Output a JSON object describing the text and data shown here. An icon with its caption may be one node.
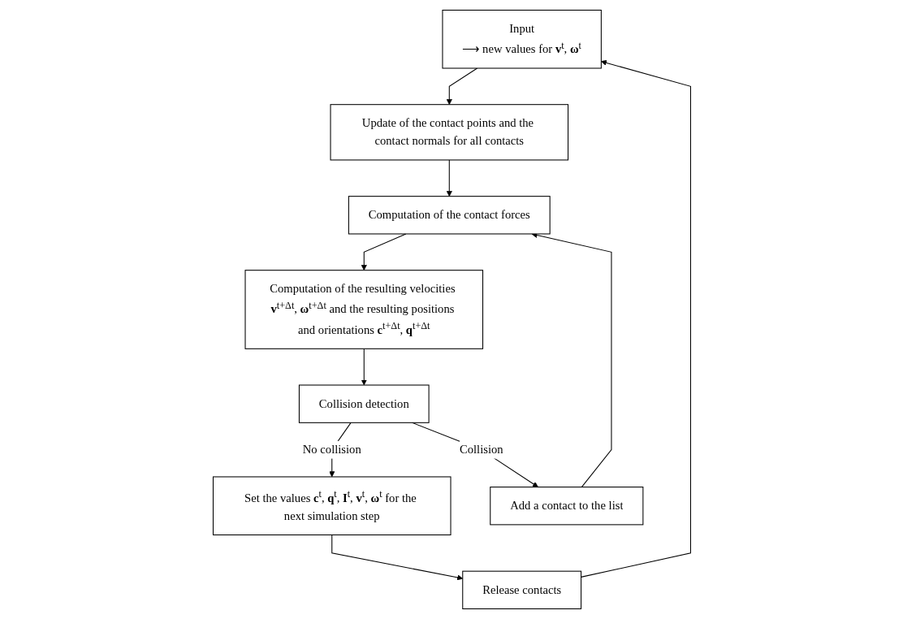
{
  "diagram": {
    "nodes": [
      {
        "text": [
          "Input",
          "⟶ new values for **v**$^{t}$, **ω**$^{t}$"
        ]
      },
      {
        "text": [
          "Release contacts"
        ]
      },
      {
        "text": [
          "Update of the contact points and the contact normals for all contacts"
        ]
      },
      {
        "text": [
          "Set the values **c**$^{t}$, **q**$^{t}$, **I**$^{t}$, **v**$^{t}$, **ω**$^{t}$ for the next simulation step"
        ]
      },
      {
        "text": [
          "Computation of the contact forces"
        ]
      },
      {
        "text": [
          "Add a contact to the list"
        ]
      },
      {
        "text": [
          "Computation of the resulting velocities **v**$^{t+Δt}$, **ω**$^{t+Δt}$ and the resulting positions and orientations **c**$^{t+Δt}$, **q**$^{t+Δt}$"
        ]
      },
      {
        "text": [
          "Collision detection"
        ]
      }
    ],
    "edges": [
      {
        "from": 0,
        "to": 2,
        "arrow": "to"
      },
      {
        "from": 2,
        "to": 4,
        "arrow": "to"
      },
      {
        "from": 4,
        "to": 6,
        "arrow": "to"
      },
      {
        "from": 6,
        "to": 7,
        "arrow": "to"
      },
      {
        "from": 7,
        "to": 5,
        "arrow": "to",
        "label": "Collision"
      },
      {
        "from": 5,
        "to": 4,
        "arrow": "to"
      },
      {
        "from": 7,
        "to": 3,
        "arrow": "to",
        "label": "No collision"
      },
      {
        "from": 3,
        "to": 1,
        "arrow": "to"
      },
      {
        "from": 1,
        "to": 0,
        "arrow": "to"
      }
    ]
  }
}
